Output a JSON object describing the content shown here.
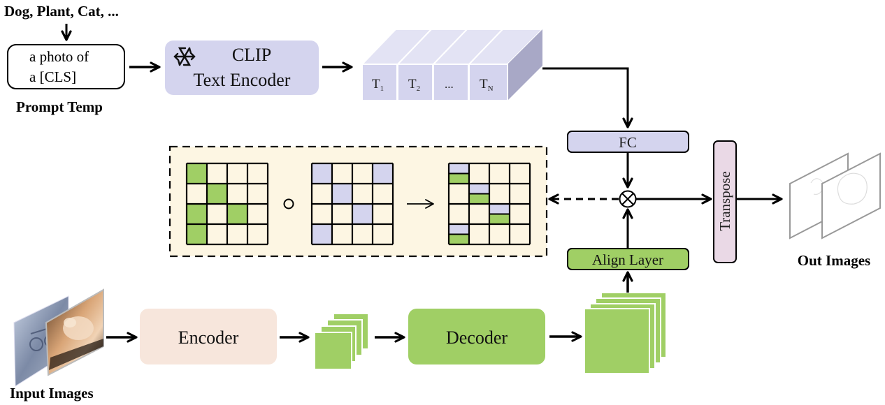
{
  "title": "CLIP-guided segmentation pipeline",
  "prompt": {
    "class_list": "Dog, Plant, Cat, ...",
    "template_line1": "a photo of",
    "template_line2": "a [CLS]",
    "caption": "Prompt Temp"
  },
  "clip": {
    "line1": "CLIP",
    "line2": "Text Encoder",
    "frozen_icon": "snowflake-icon",
    "color": "#d4d4ee"
  },
  "text_tokens": {
    "tokens": [
      {
        "base": "T",
        "sub": "1"
      },
      {
        "base": "T",
        "sub": "2"
      },
      {
        "base": "...",
        "sub": ""
      },
      {
        "base": "T",
        "sub": "N"
      }
    ],
    "color": "#d4d4ee"
  },
  "fc": {
    "label": "FC",
    "color": "#d4d4ee"
  },
  "align_layer": {
    "label": "Align Layer",
    "color": "#a0cf65"
  },
  "transpose": {
    "label": "Transpose",
    "color": "#ead9e6"
  },
  "operators": {
    "multiply": "⊗",
    "hadamard": "○",
    "arrow": "→"
  },
  "matrix_panel": {
    "background": "#fdf6e3",
    "matrix_a_green_cells": [
      [
        0,
        0
      ],
      [
        1,
        1
      ],
      [
        2,
        0
      ],
      [
        2,
        2
      ],
      [
        3,
        0
      ]
    ],
    "matrix_b_purple_cells": [
      [
        0,
        0
      ],
      [
        0,
        3
      ],
      [
        1,
        1
      ],
      [
        2,
        2
      ],
      [
        3,
        0
      ]
    ],
    "matrix_c_split_cells": [
      [
        0,
        0
      ],
      [
        1,
        1
      ],
      [
        2,
        2
      ],
      [
        3,
        0
      ]
    ],
    "green": "#a0cf65",
    "purple": "#d4d4ee"
  },
  "encoder": {
    "label": "Encoder",
    "color": "#f7e6dc"
  },
  "decoder": {
    "label": "Decoder",
    "color": "#a0cf65"
  },
  "feature_color": "#a0cf65",
  "input_caption": "Input Images",
  "output_caption": "Out Images"
}
